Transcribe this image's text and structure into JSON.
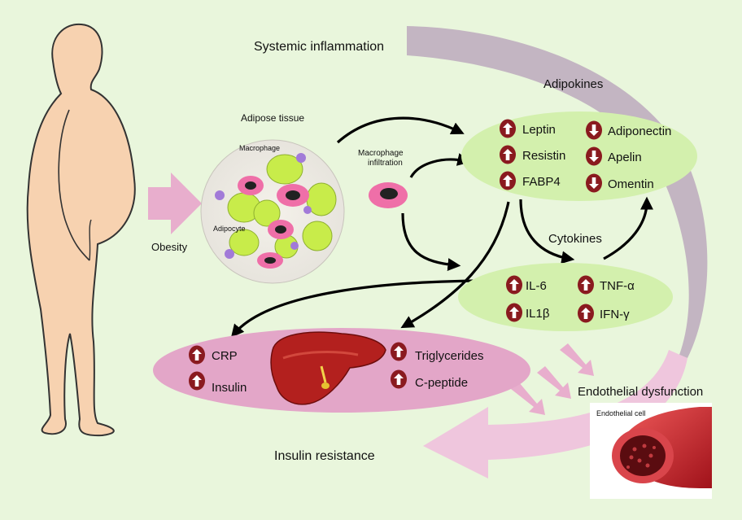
{
  "labels": {
    "systemic_inflammation": "Systemic inflammation",
    "adipokines": "Adipokines",
    "adipose_tissue": "Adipose tissue",
    "macrophage": "Macrophage",
    "adipocyte": "Adipocyte",
    "macrophage_infiltration_line1": "Macrophage",
    "macrophage_infiltration_line2": "infiltration",
    "obesity": "Obesity",
    "cytokines": "Cytokines",
    "endothelial_dysfunction": "Endothelial dysfunction",
    "endothelial_cell": "Endothelial cell",
    "insulin_resistance": "Insulin resistance"
  },
  "adipokines": {
    "up": [
      "Leptin",
      "Resistin",
      "FABP4"
    ],
    "down": [
      "Adiponectin",
      "Apelin",
      "Omentin"
    ]
  },
  "cytokines": {
    "col1": [
      "IL-6",
      "IL1β"
    ],
    "col2": [
      "TNF-α",
      "IFN-γ"
    ]
  },
  "systemic_markers": {
    "left": [
      "CRP",
      "Insulin"
    ],
    "right": [
      "Triglycerides",
      "C-peptide"
    ]
  },
  "colors": {
    "background": "#e9f6dc",
    "green_ellipse": "#d3f0ad",
    "pink_ellipse": "#e3a6c8",
    "badge": "#8a1a1f",
    "pink_arrow": "#e8aecd",
    "grey_arrow": "#b8a8ba",
    "skin": "#f7d2b0"
  }
}
